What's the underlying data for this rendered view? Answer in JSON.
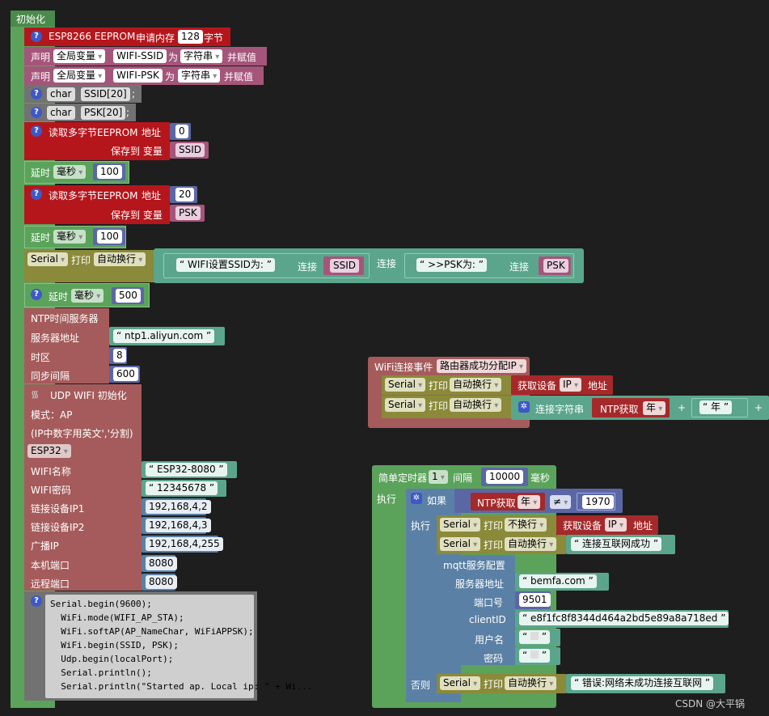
{
  "init": {
    "label": "初始化"
  },
  "eeprom": {
    "prefix": "ESP8266 EEPROM",
    "apply": "申请内存",
    "size": "128",
    "unit": "字节"
  },
  "decl1": {
    "declare": "声明",
    "scope": "全局变量",
    "name": "WIFI-SSID",
    "as": "为",
    "type": "字符串",
    "assign": "并赋值"
  },
  "decl2": {
    "declare": "声明",
    "scope": "全局变量",
    "name": "WIFI-PSK",
    "as": "为",
    "type": "字符串",
    "assign": "并赋值"
  },
  "char1": {
    "type": "char",
    "name": "SSID[20]",
    "semi": ";"
  },
  "char2": {
    "type": "char",
    "name": "PSK[20]",
    "semi": ";"
  },
  "read1": {
    "label": "读取多字节EEPROM",
    "addr": "地址",
    "addr_val": "0",
    "save": "保存到 变量",
    "var": "SSID"
  },
  "delay1": {
    "label": "延时",
    "unit": "毫秒",
    "value": "100"
  },
  "read2": {
    "label": "读取多字节EEPROM",
    "addr": "地址",
    "addr_val": "20",
    "save": "保存到 变量",
    "var": "PSK"
  },
  "delay2": {
    "label": "延时",
    "unit": "毫秒",
    "value": "100"
  },
  "print1": {
    "serial": "Serial",
    "print": "打印",
    "mode": "自动换行",
    "str1": "WIFI设置SSID为:",
    "connect": "连接",
    "var1": "SSID",
    "connect2": "连接",
    "str2": ">>PSK为:",
    "connect3": "连接",
    "var2": "PSK"
  },
  "delay3": {
    "label": "延时",
    "unit": "毫秒",
    "value": "500"
  },
  "ntp": {
    "title": "NTP时间服务器",
    "server_label": "服务器地址",
    "server": "ntp1.aliyun.com",
    "tz_label": "时区",
    "tz": "8",
    "sync_label": "同步间隔",
    "sync": "600"
  },
  "udp": {
    "title": "UDP WIFI 初始化",
    "mode": "模式：AP",
    "hint": "(IP中数字用英文','分割)",
    "board": "ESP32",
    "wifi_name_label": "WIFI名称",
    "wifi_name": "ESP32-8080",
    "wifi_pwd_label": "WIFI密码",
    "wifi_pwd": "12345678",
    "ip1_label": "链接设备IP1",
    "ip1": "192,168,4,2",
    "ip2_label": "链接设备IP2",
    "ip2": "192,168,4,3",
    "bip_label": "广播IP",
    "bip": "192,168,4,255",
    "lport_label": "本机端口",
    "lport": "8080",
    "rport_label": "远程端口",
    "rport": "8080"
  },
  "code": {
    "lines": [
      "Serial.begin(9600);",
      "  WiFi.mode(WIFI_AP_STA);",
      "  WiFi.softAP(AP_NameChar, WiFiAPPSK);",
      "  WiFi.begin(SSID, PSK);",
      "  Udp.begin(localPort);",
      "  Serial.println();",
      "  Serial.println(\"Started ap. Local ip: \" + Wi..."
    ]
  },
  "wifi_event": {
    "label": "WiFi连接事件",
    "event": "路由器成功分配IP",
    "row1": {
      "serial": "Serial",
      "print": "打印",
      "mode": "自动换行",
      "get": "获取设备",
      "ip": "IP",
      "addr": "地址"
    },
    "row2": {
      "serial": "Serial",
      "print": "打印",
      "mode": "自动换行",
      "join": "连接字符串",
      "ntp": "NTP获取",
      "year": "年",
      "plus": "+",
      "str": "年",
      "plus2": "+"
    }
  },
  "timer": {
    "label": "简单定时器",
    "num": "1",
    "interval": "间隔",
    "ms": "10000",
    "unit": "毫秒",
    "exec": "执行",
    "if": "如果",
    "ntp": "NTP获取",
    "year": "年",
    "neq": "≠",
    "year_val": "1970",
    "exec2": "执行",
    "p1": {
      "serial": "Serial",
      "print": "打印",
      "mode": "不换行",
      "get": "获取设备",
      "ip": "IP",
      "addr": "地址"
    },
    "p2": {
      "serial": "Serial",
      "print": "打印",
      "mode": "自动换行",
      "str": "连接互联网成功"
    },
    "mqtt": {
      "title": "mqtt服务配置",
      "server_label": "服务器地址",
      "server": "bemfa.com",
      "port_label": "端口号",
      "port": "9501",
      "cid_label": "clientID",
      "cid": "e8f1fc8f8344d464a2bd5e89a8a718ed",
      "user_label": "用户名",
      "pwd_label": "密码"
    },
    "else": "否则",
    "p3": {
      "serial": "Serial",
      "print": "打印",
      "mode": "自动换行",
      "str": "错误:网络未成功连接互联网"
    }
  },
  "watermark": "CSDN @大平锅"
}
